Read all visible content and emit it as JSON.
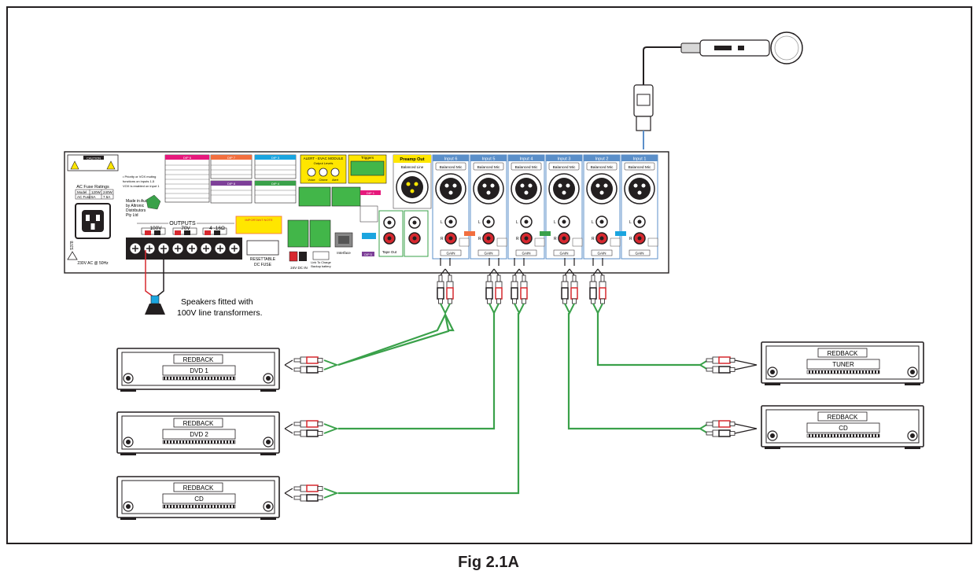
{
  "figure": {
    "caption": "Fig 2.1A"
  },
  "colors": {
    "cable_green": "#3aa14a",
    "rca_red": "#d7282f",
    "input_blue": "#5b8fc9",
    "preamp_yellow": "#ffe600",
    "terminal_green": "#42b649",
    "dip_orange": "#f26f3f"
  },
  "amp": {
    "caution_label": "CAUTION",
    "fuse_title": "AC Fuse Ratings",
    "fuse_table": [
      [
        "Model",
        "120W",
        "240W"
      ],
      [
        "AC Fuse",
        "5A",
        "7.5A"
      ]
    ],
    "made_in": [
      "Made in Australia",
      "by Altronic",
      "Distributors",
      "Pty Ltd"
    ],
    "mains_label": "230V AC @ 50Hz",
    "cert_label": "S378",
    "outputs_title": "OUTPUTS",
    "outputs_taps": [
      "100V",
      "70V",
      "4 -16Ω"
    ],
    "fuse_label": [
      "RESETTABLE",
      "DC FUSE"
    ],
    "important_note": "IMPORTANT NOTE",
    "alert_module": "ALERT - EVAC MODULE",
    "output_levels": "Output Levels",
    "alert_knobs": [
      "Voice",
      "Chime",
      "Alert"
    ],
    "triggers": "Triggers",
    "dc_in_label": "24V DC IN",
    "charger_label": [
      "Link To Charge",
      "Backup battery"
    ],
    "interface_label": "Interface",
    "tape_out_label": "Tape Out",
    "dip_labels": [
      "DIP 1",
      "DIP 2",
      "DIP 3",
      "DIP 4",
      "DIP 5",
      "DIP 6",
      "DIP 7",
      "DIP 8"
    ],
    "preamp_title": "Preamp Out",
    "preamp_sub": "Balanced Line",
    "inputs": [
      {
        "name": "Input 6",
        "type": "Balanced Mic"
      },
      {
        "name": "Input 5",
        "type": "Balanced Mic"
      },
      {
        "name": "Input 4",
        "type": "Balanced Mic"
      },
      {
        "name": "Input 3",
        "type": "Balanced Mic"
      },
      {
        "name": "Input 2",
        "type": "Balanced Mic"
      },
      {
        "name": "Input 1",
        "type": "Balanced Mic"
      }
    ],
    "gain_label": "GAIN",
    "left_label": "L",
    "right_label": "R"
  },
  "speaker_note": [
    "Speakers fitted with",
    "100V line transformers."
  ],
  "devices": [
    {
      "brand": "REDBACK",
      "model": "DVD 1"
    },
    {
      "brand": "REDBACK",
      "model": "DVD 2"
    },
    {
      "brand": "REDBACK",
      "model": "CD"
    },
    {
      "brand": "REDBACK",
      "model": "TUNER"
    },
    {
      "brand": "REDBACK",
      "model": "CD"
    }
  ]
}
